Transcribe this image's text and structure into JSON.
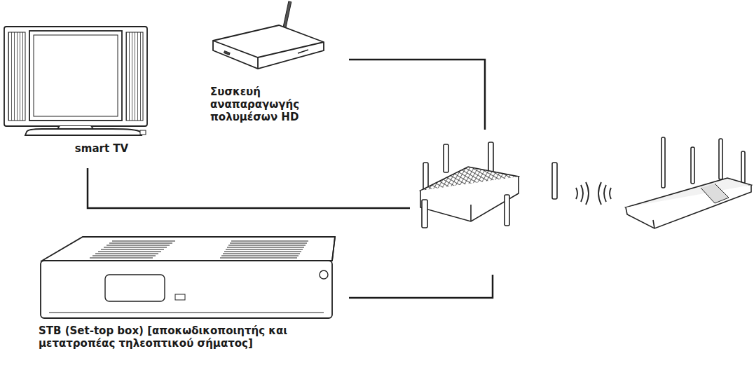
{
  "diagram": {
    "nodes": [
      {
        "text": [
          "smart TV"
        ]
      },
      {
        "text": [
          "Συσκευή αναπαραγωγής πολυμέσων HD"
        ]
      },
      {
        "text": [
          "STB (Set-top box) [αποκωδικοποιητής και μετατροπέας τηλεοπτικού σήματος]"
        ]
      }
    ]
  }
}
